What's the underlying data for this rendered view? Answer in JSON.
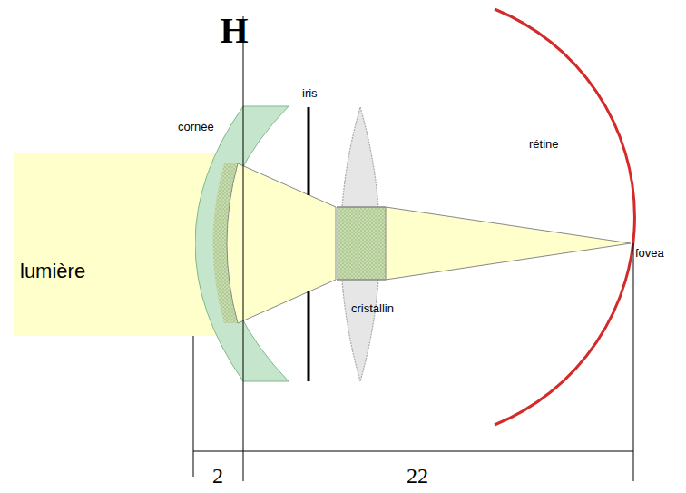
{
  "diagram": {
    "nodes": [
      {
        "text": [
          "lumière"
        ]
      }
    ],
    "labels": [
      "H",
      "cornée",
      "iris",
      "rétine",
      "cristallin",
      "fovea",
      "2",
      "22"
    ]
  }
}
